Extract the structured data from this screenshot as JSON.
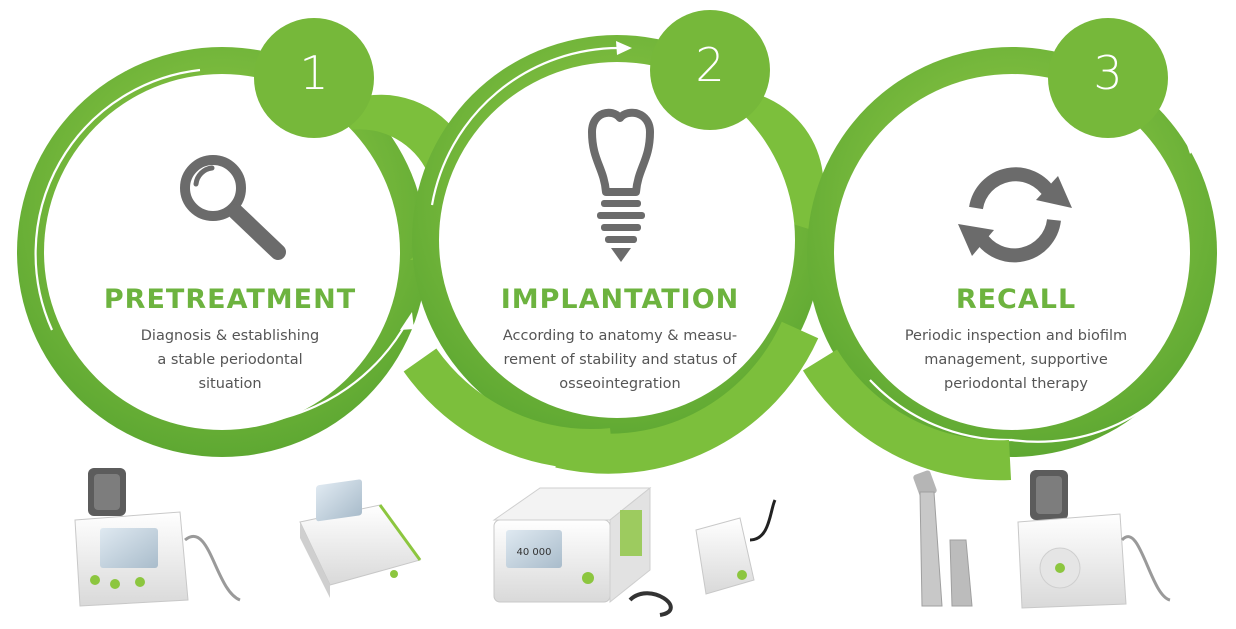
{
  "colors": {
    "green": "#6db33f",
    "green_light": "#8cc63f",
    "green_dark": "#4f8f2a",
    "icon_gray": "#6b6b6b",
    "text_gray": "#555555",
    "device_body": "#eeeeee"
  },
  "phases": [
    {
      "number": "1",
      "icon": "magnifier-icon",
      "title": "PRETREATMENT",
      "description": [
        "Diagnosis & establishing",
        "a stable periodontal",
        "situation"
      ]
    },
    {
      "number": "2",
      "icon": "dental-implant-icon",
      "title": "IMPLANTATION",
      "description": [
        "According to anatomy & measu-",
        "rement of stability and status of",
        "osseointegration"
      ]
    },
    {
      "number": "3",
      "icon": "cycle-arrows-icon",
      "title": "RECALL",
      "description": [
        "Periodic inspection and biofilm",
        "management, supportive",
        "periodontal therapy"
      ]
    }
  ],
  "devices": {
    "motor_display": "40 000"
  }
}
